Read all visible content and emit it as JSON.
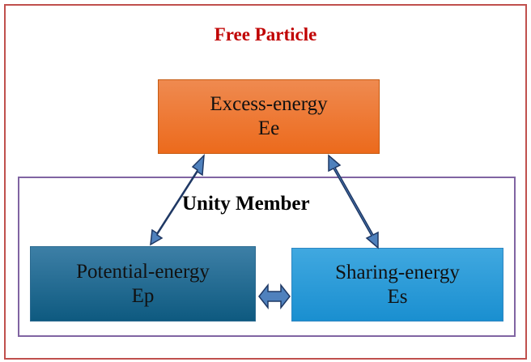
{
  "title": "Free Particle",
  "group_label": "Unity Member",
  "nodes": {
    "excess": {
      "name": "Excess-energy",
      "symbol": "Ee",
      "color": "#ed7d31"
    },
    "potential": {
      "name": "Potential-energy",
      "symbol": "Ep",
      "color": "#1f6b92"
    },
    "sharing": {
      "name": "Sharing-energy",
      "symbol": "Es",
      "color": "#2e9bd8"
    }
  },
  "edges": [
    {
      "from": "excess",
      "to": "potential",
      "type": "bidirectional"
    },
    {
      "from": "excess",
      "to": "sharing",
      "type": "bidirectional"
    },
    {
      "from": "potential",
      "to": "sharing",
      "type": "bidirectional"
    }
  ]
}
